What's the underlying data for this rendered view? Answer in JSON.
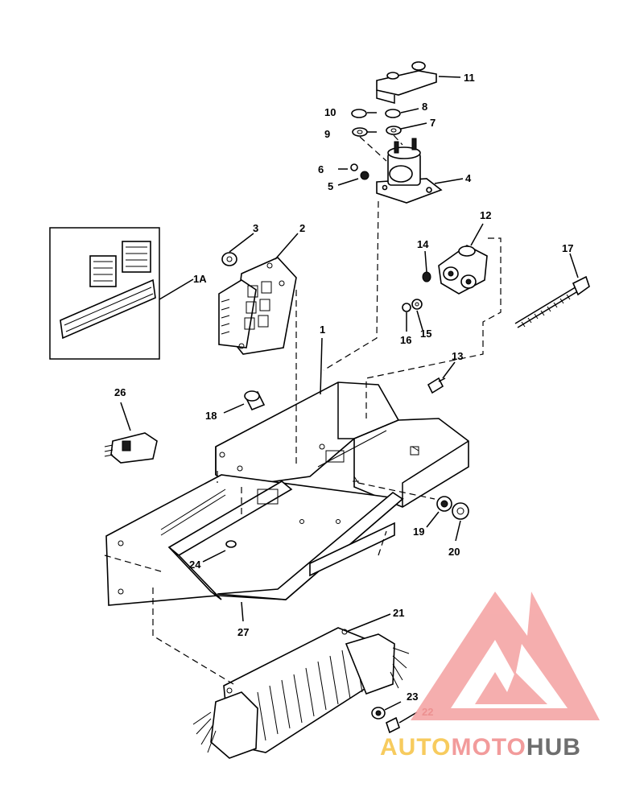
{
  "diagram": {
    "labels": [
      "1",
      "1A",
      "2",
      "3",
      "4",
      "5",
      "6",
      "7",
      "8",
      "9",
      "10",
      "11",
      "12",
      "13",
      "14",
      "15",
      "16",
      "17",
      "18",
      "19",
      "20",
      "21",
      "22",
      "23",
      "24",
      "26",
      "27"
    ]
  },
  "watermark": {
    "text_part1": "AUTO",
    "text_part2": "MOTO",
    "text_part3": "HUB",
    "color_part1": "#f6c343",
    "color_part2": "#f08a8a",
    "color_part3": "#555555",
    "triangle_color": "#f4a0a0"
  }
}
